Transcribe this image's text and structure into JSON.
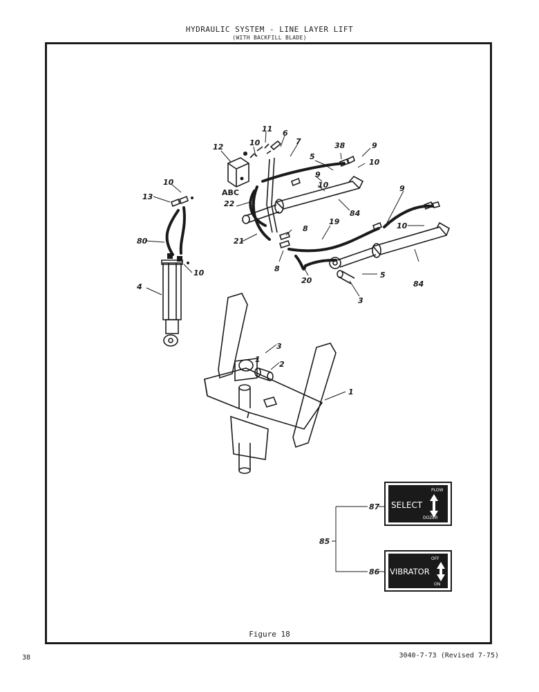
{
  "header": {
    "title": "HYDRAULIC SYSTEM - LINE LAYER LIFT",
    "subtitle": "(WITH BACKFILL BLADE)"
  },
  "figure": {
    "caption": "Figure 18",
    "valve_marking": "ABC",
    "callouts": {
      "c1": "1",
      "c2": "2",
      "c3": "3",
      "c4": "4",
      "c5": "5",
      "c6": "6",
      "c7": "7",
      "c8": "8",
      "c9": "9",
      "c10": "10",
      "c11": "11",
      "c12": "12",
      "c13": "13",
      "c19": "19",
      "c20": "20",
      "c21": "21",
      "c22": "22",
      "c38": "38",
      "c80": "80",
      "c84": "84",
      "c85": "85",
      "c86": "86",
      "c87": "87"
    },
    "plates": {
      "select": {
        "main": "SELECT",
        "top": "PLOW",
        "bottom": "DOZER"
      },
      "vibrator": {
        "main": "VIBRATOR",
        "top": "OFF",
        "bottom": "ON"
      }
    }
  },
  "footer": {
    "page_number": "38",
    "document_number": "3040-7-73 (Revised 7-75)"
  }
}
